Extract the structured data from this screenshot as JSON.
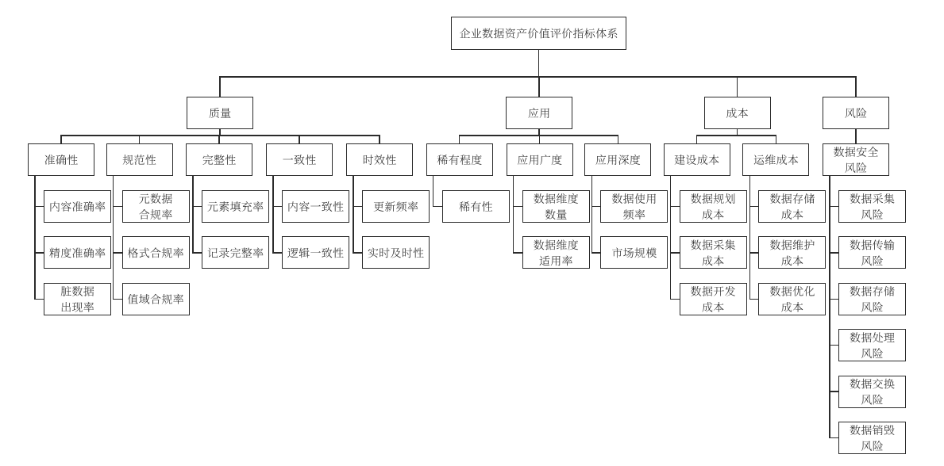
{
  "figure": {
    "type": "hierarchy-diagram",
    "title": "企业数据资产价值评价指标体系"
  },
  "tree": {
    "label": "企业数据资产价值评价指标体系",
    "children": [
      {
        "label": "质量",
        "children": [
          {
            "label": "准确性",
            "children": [
              {
                "label": "内容准确率"
              },
              {
                "label": "精度准确率"
              },
              {
                "label": "脏数据出现率"
              }
            ]
          },
          {
            "label": "规范性",
            "children": [
              {
                "label": "元数据合规率"
              },
              {
                "label": "格式合规率"
              },
              {
                "label": "值域合规率"
              }
            ]
          },
          {
            "label": "完整性",
            "children": [
              {
                "label": "元素填充率"
              },
              {
                "label": "记录完整率"
              }
            ]
          },
          {
            "label": "一致性",
            "children": [
              {
                "label": "内容一致性"
              },
              {
                "label": "逻辑一致性"
              }
            ]
          },
          {
            "label": "时效性",
            "children": [
              {
                "label": "更新频率"
              },
              {
                "label": "实时及时性"
              }
            ]
          }
        ]
      },
      {
        "label": "应用",
        "children": [
          {
            "label": "稀有程度",
            "children": [
              {
                "label": "稀有性"
              }
            ]
          },
          {
            "label": "应用广度",
            "children": [
              {
                "label": "数据维度数量"
              },
              {
                "label": "数据维度适用率"
              }
            ]
          },
          {
            "label": "应用深度",
            "children": [
              {
                "label": "数据使用频率"
              },
              {
                "label": "市场规模"
              }
            ]
          }
        ]
      },
      {
        "label": "成本",
        "children": [
          {
            "label": "建设成本",
            "children": [
              {
                "label": "数据规划成本"
              },
              {
                "label": "数据采集成本"
              },
              {
                "label": "数据开发成本"
              }
            ]
          },
          {
            "label": "运维成本",
            "children": [
              {
                "label": "数据存储成本"
              },
              {
                "label": "数据维护成本"
              },
              {
                "label": "数据优化成本"
              }
            ]
          }
        ]
      },
      {
        "label": "风险",
        "children": [
          {
            "label": "数据安全风险",
            "children": [
              {
                "label": "数据采集风险"
              },
              {
                "label": "数据传输风险"
              },
              {
                "label": "数据存储风险"
              },
              {
                "label": "数据处理风险"
              },
              {
                "label": "数据交换风险"
              },
              {
                "label": "数据销毁风险"
              }
            ]
          }
        ]
      }
    ]
  },
  "style": {
    "background": "#ffffff",
    "line_color": "#2b2b2b",
    "text_color": "#262626"
  }
}
